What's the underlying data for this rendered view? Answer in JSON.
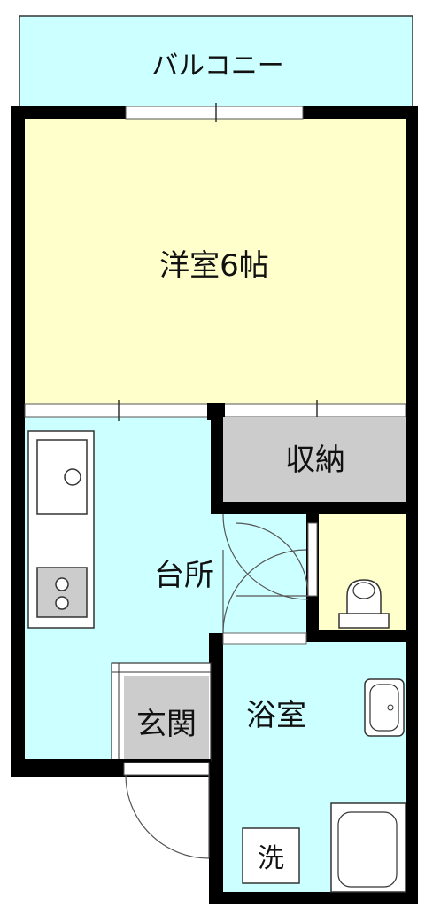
{
  "labels": {
    "balcony": "バルコニー",
    "western_room": "洋室6帖",
    "storage": "収納",
    "kitchen": "台所",
    "entrance": "玄関",
    "bathroom": "浴室",
    "washer": "洗"
  },
  "colors": {
    "wall": "#000000",
    "balcony": "#ccffff",
    "western_room": "#ffffcc",
    "storage": "#cccccc",
    "kitchen": "#ccffff",
    "toilet": "#ffffcc",
    "bathroom": "#ccffff",
    "entrance": "#cccccc"
  }
}
